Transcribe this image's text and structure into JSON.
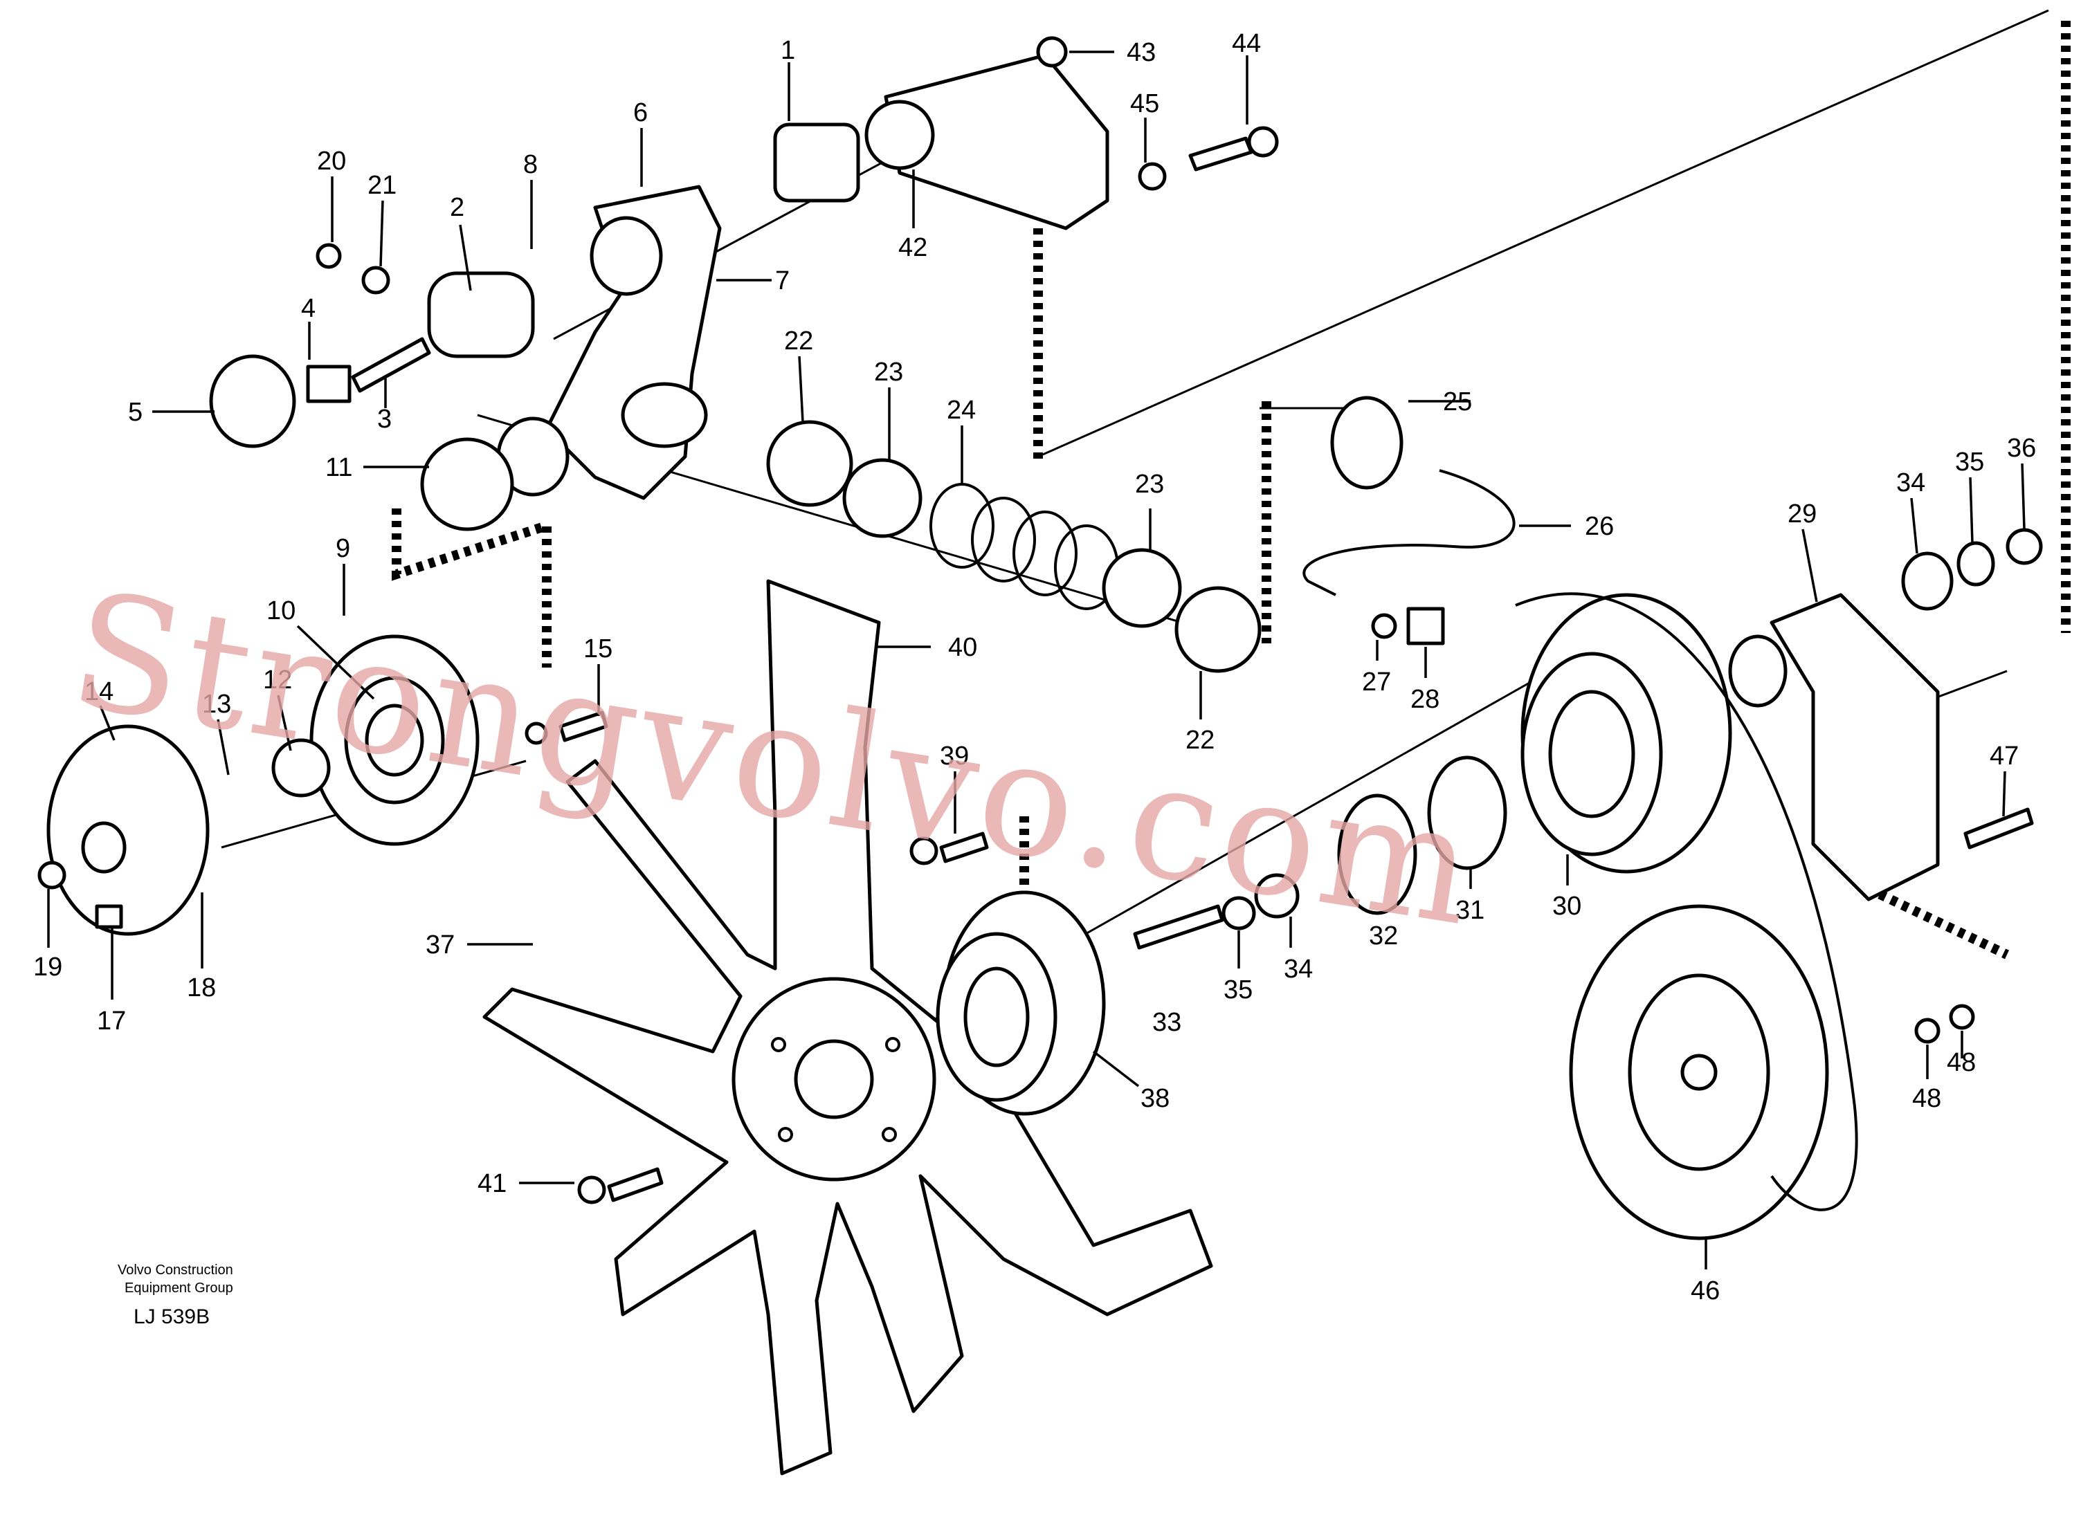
{
  "diagram": {
    "credit": {
      "line1": "Volvo Construction",
      "line2": "Equipment Group"
    },
    "drawing_number": "LJ 539B",
    "watermark": "Strongvolvo.com",
    "callouts": [
      "1",
      "2",
      "3",
      "4",
      "5",
      "6",
      "7",
      "8",
      "9",
      "10",
      "11",
      "12",
      "13",
      "14",
      "15",
      "17",
      "18",
      "19",
      "20",
      "21",
      "22",
      "22",
      "23",
      "23",
      "24",
      "25",
      "26",
      "27",
      "28",
      "29",
      "30",
      "31",
      "32",
      "33",
      "34",
      "34",
      "35",
      "35",
      "36",
      "37",
      "38",
      "39",
      "40",
      "41",
      "42",
      "43",
      "44",
      "45",
      "46",
      "47",
      "48",
      "48"
    ],
    "colors": {
      "line": "#000000",
      "watermark": "#e7a7a7",
      "background": "#ffffff"
    }
  }
}
